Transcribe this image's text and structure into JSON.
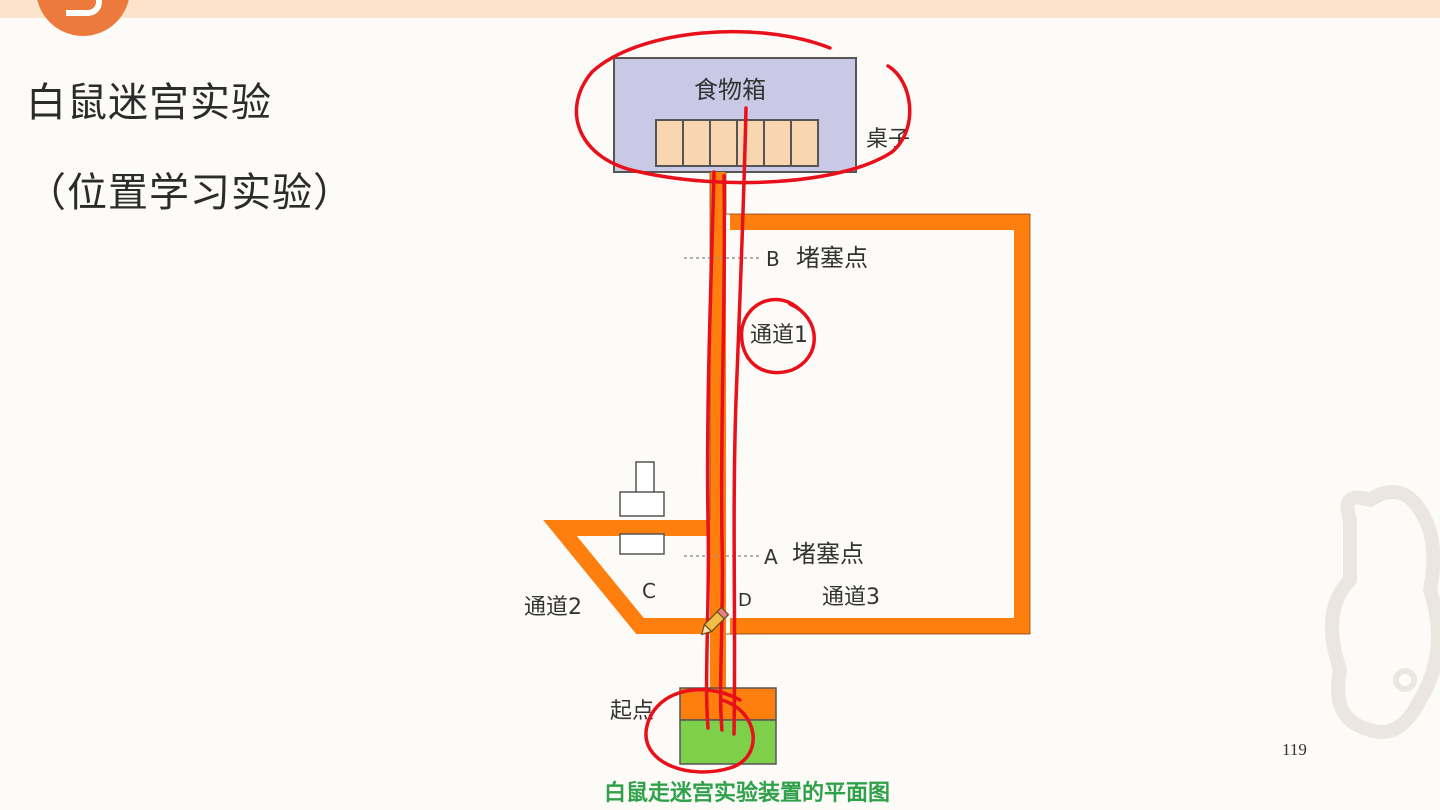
{
  "slide": {
    "title": "白鼠迷宫实验",
    "subtitle": "（位置学习实验）",
    "page_number": "119"
  },
  "diagram": {
    "food_box_label": "食物箱",
    "table_label": "桌子",
    "block_b_letter": "B",
    "block_b_label": "堵塞点",
    "channel_1_label": "通道1",
    "block_a_letter": "A",
    "block_a_label": "堵塞点",
    "channel_2_label": "通道2",
    "channel_3_label": "通道3",
    "point_c_label": "C",
    "point_d_label": "D",
    "start_label": "起点",
    "caption": "白鼠走迷宫实验装置的平面图"
  },
  "colors": {
    "accent_orange": "#ec7a3c",
    "maze_orange": "#ff7f0e",
    "food_box_fill": "#c9c9e6",
    "food_slot_fill": "#f9d6b0",
    "start_green": "#7ed04a",
    "annotation_red": "#e8101a",
    "caption_green": "#2fa14a"
  },
  "icons": {
    "pencil": "pencil-icon"
  }
}
